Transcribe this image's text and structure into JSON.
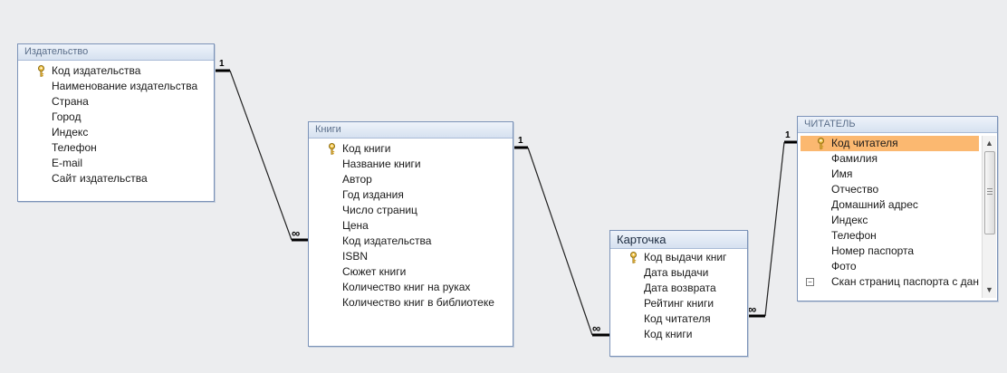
{
  "tables": {
    "publisher": {
      "title": "Издательство",
      "fields": [
        "Код издательства",
        "Наименование издательства",
        "Страна",
        "Город",
        "Индекс",
        "Телефон",
        "E-mail",
        "Сайт издательства"
      ]
    },
    "books": {
      "title": "Книги",
      "fields": [
        "Код книги",
        "Название книги",
        "Автор",
        "Год издания",
        "Число страниц",
        "Цена",
        "Код издательства",
        "ISBN",
        "Сюжет книги",
        "Количество книг на руках",
        "Количество книг в библиотеке"
      ]
    },
    "card": {
      "title": "Карточка",
      "fields": [
        "Код выдачи книг",
        "Дата выдачи",
        "Дата возврата",
        "Рейтинг книги",
        "Код читателя",
        "Код книги"
      ]
    },
    "reader": {
      "title": "ЧИТАТЕЛЬ",
      "fields": [
        "Код читателя",
        "Фамилия",
        "Имя",
        "Отчество",
        "Домашний адрес",
        "Индекс",
        "Телефон",
        "Номер паспорта",
        "Фото",
        "Скан страниц паспорта с дан"
      ]
    }
  },
  "relations": {
    "one": "1",
    "many": "∞"
  },
  "colors": {
    "background": "#ecedef",
    "selected_row": "#fbb870",
    "table_border": "#7c93b8"
  }
}
